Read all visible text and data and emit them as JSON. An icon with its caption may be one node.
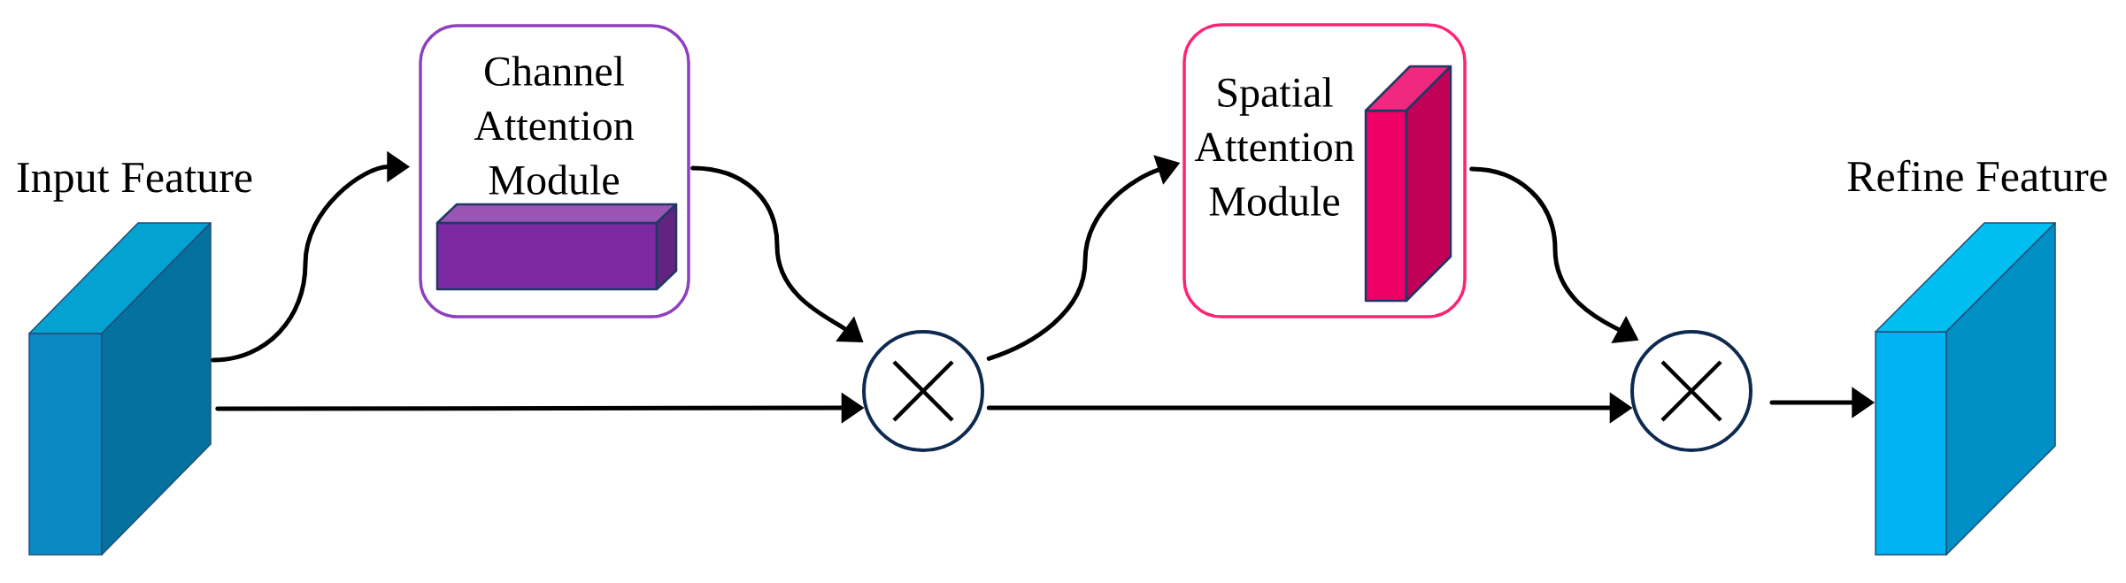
{
  "diagram": {
    "nodes": [
      {
        "text": [
          "Input Feature"
        ]
      },
      {
        "text": [
          "Channel Attention Module"
        ]
      },
      {
        "text": [],
        "shape": "circle"
      },
      {
        "text": [
          "Spatial Attention Module"
        ]
      },
      {
        "text": [],
        "shape": "circle"
      },
      {
        "text": [
          "Refine Feature"
        ]
      }
    ],
    "edges": [
      {
        "from": 0,
        "to": 1,
        "arrow": "to"
      },
      {
        "from": 0,
        "to": 2,
        "arrow": "to"
      },
      {
        "from": 1,
        "to": 2,
        "arrow": "to"
      },
      {
        "from": 2,
        "to": 3,
        "arrow": "to"
      },
      {
        "from": 2,
        "to": 4,
        "arrow": "to"
      },
      {
        "from": 3,
        "to": 4,
        "arrow": "to"
      },
      {
        "from": 4,
        "to": 5,
        "arrow": "to"
      }
    ]
  }
}
